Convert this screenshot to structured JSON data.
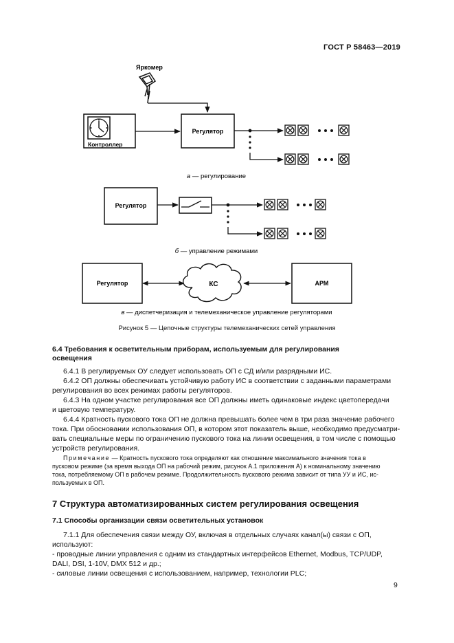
{
  "header": {
    "doc_code": "ГОСТ Р 58463—2019"
  },
  "figure": {
    "a": {
      "sensor_label": "Яркомер",
      "controller_label": "Контроллер",
      "regulator_label": "Регулятор",
      "caption_letter": "а",
      "caption_text": " — регулирование"
    },
    "b": {
      "regulator_label": "Регулятор",
      "caption_letter": "б",
      "caption_text": " — управление режимами"
    },
    "c": {
      "regulator_label": "Регулятор",
      "network_label": "КС",
      "arm_label": "АРМ",
      "caption_letter": "в",
      "caption_text": " — диспетчеризация и телемеханическое управление регуляторами"
    },
    "title": "Рисунок 5 — Цепочные структуры телемеханических сетей управления"
  },
  "section_6_4": {
    "heading_line1": "6.4 Требования к осветительным приборам, используемым для регулирования",
    "heading_line2": "освещения",
    "p1": "6.4.1 В регулируемых ОУ следует использовать ОП с СД и/или разрядными ИС.",
    "p2_line1": "6.4.2 ОП должны обеспечивать устойчивую работу ИС в соответствии с заданными параметрами",
    "p2_line2": "регулирования во всех режимах работы регуляторов.",
    "p3_line1": "6.4.3 На одном участке регулирования все ОП должны иметь одинаковые индекс цветопередачи",
    "p3_line2": "и цветовую температуру.",
    "p4_line1": "6.4.4 Кратность пускового тока ОП не должна превышать более чем в три раза значение рабочего",
    "p4_line2": "тока. При обосновании использования ОП, в котором этот показатель выше, необходимо предусматри-",
    "p4_line3": "вать специальные меры по ограничению пускового тока на линии освещения, в том числе с помощью",
    "p4_line4": "устройств регулирования.",
    "note_label": "Примечание",
    "note_line1": " — Кратность пускового тока определяют как отношение максимального значения тока в",
    "note_line2": "пусковом режиме (за время выхода ОП на рабочий режим, рисунок А.1 приложения А) к номинальному значению",
    "note_line3": "тока, потребляемому ОП в рабочем режиме. Продолжительность пускового режима зависит от типа УУ и ИС, ис-",
    "note_line4": "пользуемых в ОП."
  },
  "section_7": {
    "heading": "7 Структура автоматизированных систем регулирования освещения",
    "sub_heading": "7.1 Способы организации связи осветительных установок",
    "p1_line1": "7.1.1 Для обеспечения связи между ОУ, включая в отдельных случаях канал(ы) связи с ОП,",
    "p1_line2": "используют:",
    "li1_line1": "- проводные линии управления с одним из стандартных интерфейсов Ethernet, Modbus, TCP/UDP,",
    "li1_line2": "DALI, DSI, 1-10V, DMX 512 и др.;",
    "li2": "- силовые линии освещения с использованием, например, технологии PLC;"
  },
  "page_number": "9"
}
